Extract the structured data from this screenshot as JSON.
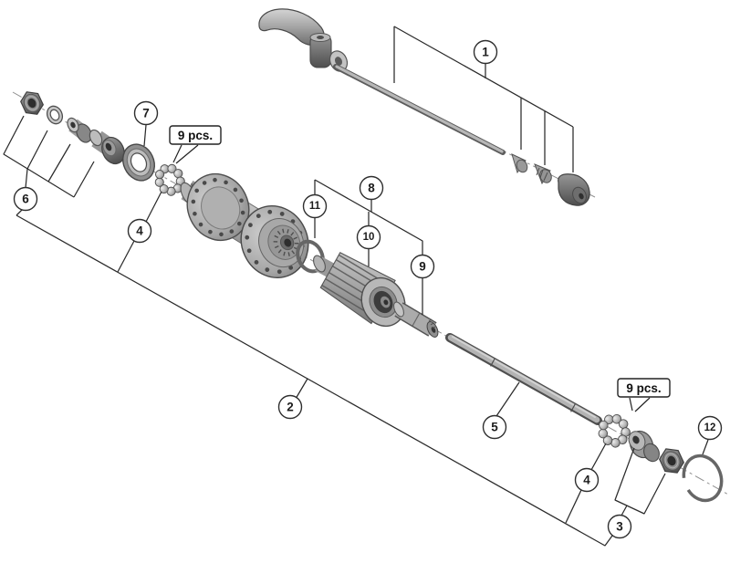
{
  "diagram": {
    "background": "#ffffff",
    "line_color": "#2b2b2b",
    "callouts": [
      {
        "number": "1"
      },
      {
        "number": "2"
      },
      {
        "number": "3"
      },
      {
        "number": "4"
      },
      {
        "number": "4"
      },
      {
        "number": "5"
      },
      {
        "number": "6"
      },
      {
        "number": "7"
      },
      {
        "number": "8"
      },
      {
        "number": "9"
      },
      {
        "number": "10"
      },
      {
        "number": "11"
      },
      {
        "number": "12"
      }
    ],
    "quantity_labels": [
      {
        "text": "9 pcs."
      },
      {
        "text": "9 pcs."
      }
    ]
  }
}
